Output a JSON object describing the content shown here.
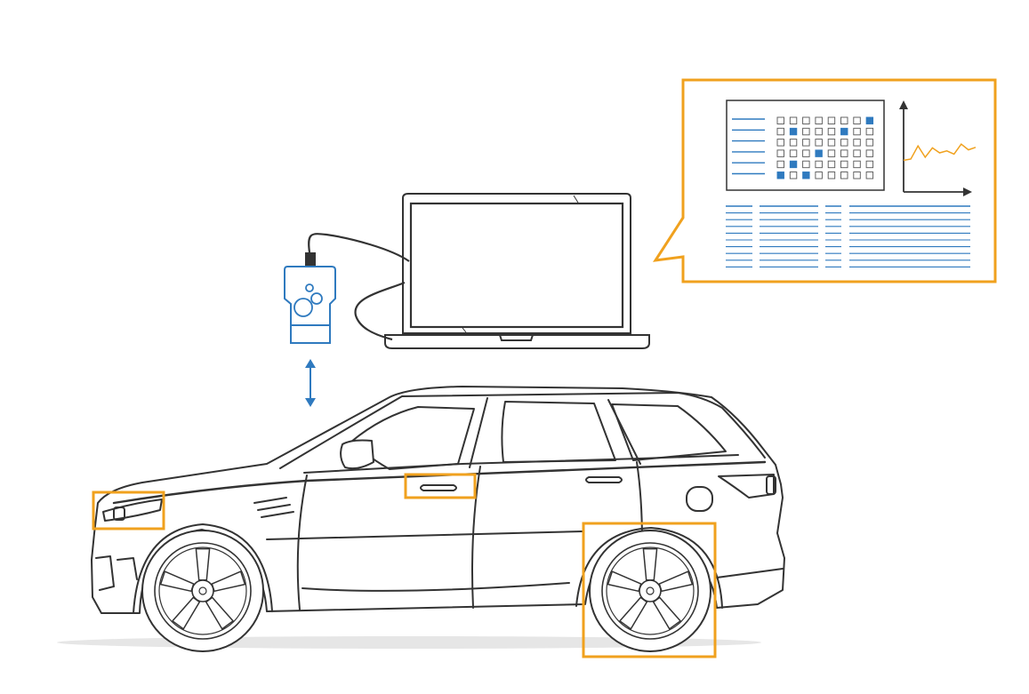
{
  "colors": {
    "line": "#333333",
    "highlight": "#f0a11e",
    "accent": "#2f7abf",
    "shadow": "#e6e6e6",
    "background": "#ffffff"
  },
  "icons": {
    "vehicle": "car-side-icon",
    "computer": "laptop-icon",
    "interface": "obd-dongle-icon",
    "connection": "bidirectional-arrow-icon",
    "panel_chart": "line-chart-icon",
    "panel_matrix": "dot-matrix-icon"
  },
  "highlighted_parts": [
    "headlight",
    "door-handle",
    "rear-wheel"
  ],
  "matrix": {
    "rows": 6,
    "cols": 8,
    "filled_cells": [
      [
        0,
        7
      ],
      [
        1,
        1
      ],
      [
        1,
        5
      ],
      [
        3,
        3
      ],
      [
        4,
        1
      ],
      [
        5,
        0
      ],
      [
        5,
        2
      ]
    ]
  },
  "chart_trend": [
    0.2,
    0.25,
    0.78,
    0.32,
    0.7,
    0.5,
    0.58,
    0.45,
    0.85,
    0.62,
    0.72
  ],
  "report_table": {
    "rows": 10,
    "columns": 4
  }
}
